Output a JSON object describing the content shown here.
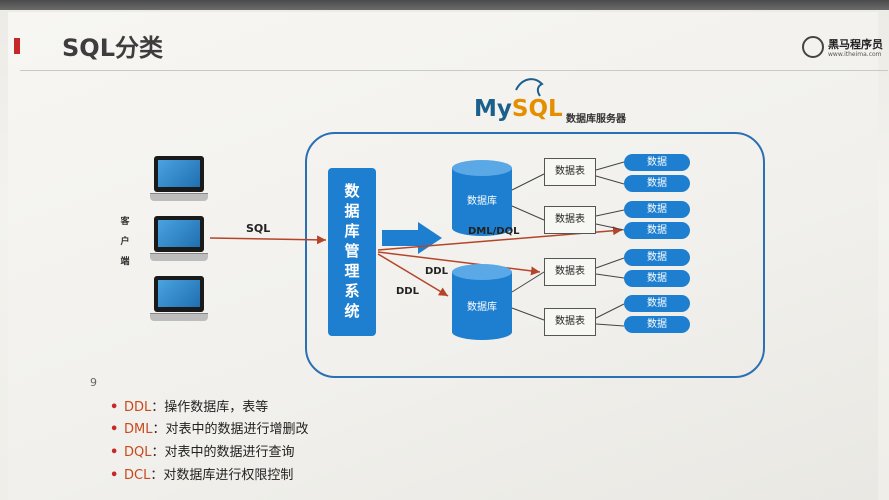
{
  "slide": {
    "title": "SQL分类",
    "logo": {
      "name": "黑马程序员",
      "url": "www.itheima.com"
    }
  },
  "diagram": {
    "mysql_logo": {
      "my": "My",
      "sql": "SQL"
    },
    "server_label": "数据库服务器",
    "client_label": [
      "客",
      "户",
      "端"
    ],
    "sql_label": "SQL",
    "dbms_label": [
      "数",
      "据",
      "库",
      "管",
      "理",
      "系",
      "统"
    ],
    "databases": [
      "数据库",
      "数据库"
    ],
    "tables": [
      "数据表",
      "数据表",
      "数据表",
      "数据表"
    ],
    "records": [
      "数据",
      "数据",
      "数据",
      "数据",
      "数据",
      "数据",
      "数据",
      "数据"
    ],
    "dml_label": "DML/DQL",
    "ddl_label_1": "DDL",
    "ddl_label_2": "DDL",
    "page_mark": "9"
  },
  "bullets": [
    {
      "key": "DDL",
      "text": "：操作数据库，表等"
    },
    {
      "key": "DML",
      "text": "：对表中的数据进行增删改"
    },
    {
      "key": "DQL",
      "text": "：对表中的数据进行查询"
    },
    {
      "key": "DCL",
      "text": "：对数据库进行权限控制"
    }
  ],
  "colors": {
    "accent_red": "#c62828",
    "diagram_blue": "#1e7fd0",
    "arrow_red": "#b5452a",
    "mysql_blue": "#1b5f8c",
    "mysql_orange": "#e48e00"
  }
}
